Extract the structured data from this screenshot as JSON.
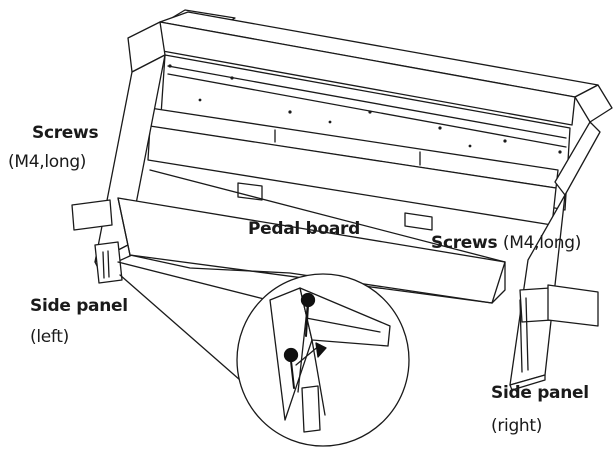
{
  "labels": {
    "screws_left_title": "Screws",
    "screws_left_spec": "(M4,long)",
    "pedal_board": "Pedal board",
    "screws_right_title": "Screws",
    "screws_right_spec": "(M4,long)",
    "side_panel_left_title": "Side panel",
    "side_panel_left_side": "(left)",
    "side_panel_right_title": "Side panel",
    "side_panel_right_side": "(right)"
  },
  "colors": {
    "line": "#1a1a1a",
    "fill": "#ffffff",
    "screw": "#111111"
  }
}
